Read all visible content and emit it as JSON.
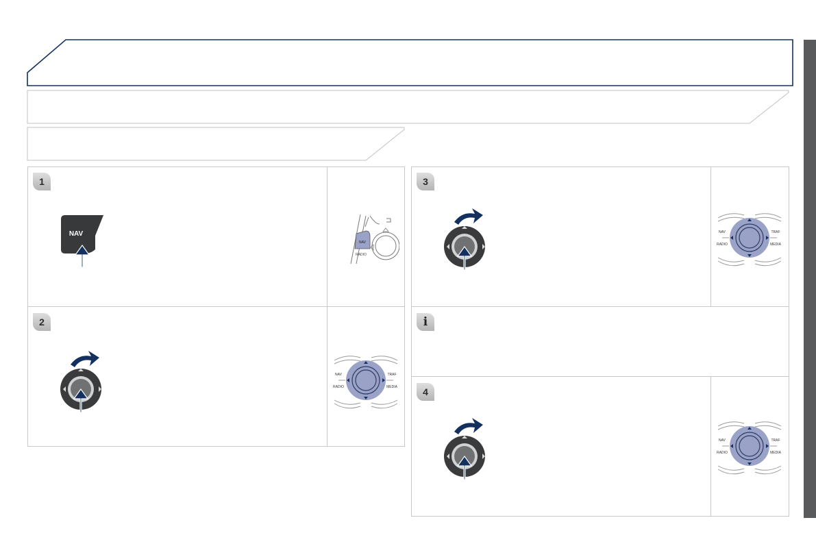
{
  "steps": [
    {
      "number": "1",
      "button_label": "NAV",
      "panel_labels": {
        "nav": "NAV",
        "radio": "RADIO"
      }
    },
    {
      "number": "2",
      "panel_labels": {
        "nav": "NAV",
        "traf": "TRAF",
        "radio": "RADIO",
        "media": "MEDIA"
      }
    },
    {
      "number": "3",
      "panel_labels": {
        "nav": "NAV",
        "traf": "TRAF",
        "radio": "RADIO",
        "media": "MEDIA"
      }
    },
    {
      "number": "4",
      "panel_labels": {
        "nav": "NAV",
        "traf": "TRAF",
        "radio": "RADIO",
        "media": "MEDIA"
      }
    }
  ],
  "info": {
    "icon_label": "i"
  },
  "colors": {
    "navy": "#14305e",
    "dial_blue": "#9aa3c7",
    "strip_gray": "#595a5c",
    "dial_dark": "#3a3b3d"
  }
}
